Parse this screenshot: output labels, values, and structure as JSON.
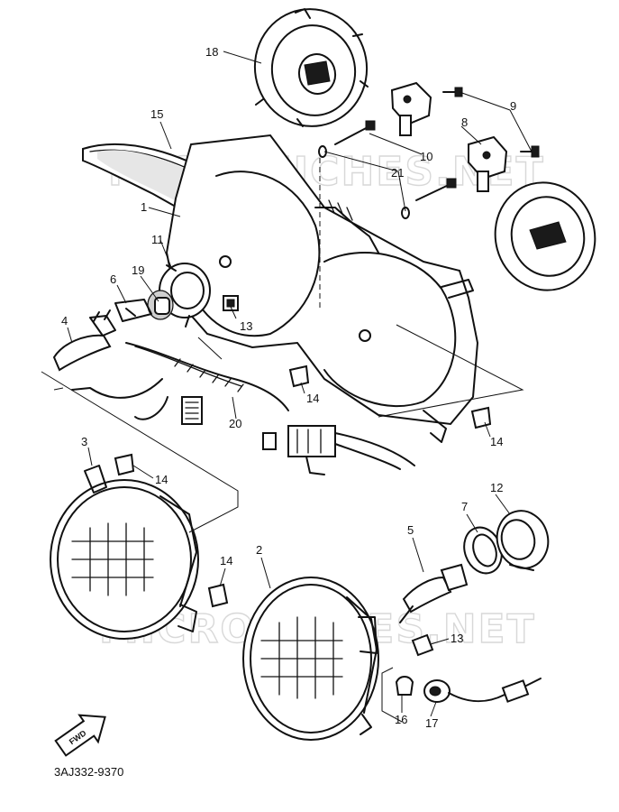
{
  "diagram": {
    "watermark": "MICROFICHES.NET",
    "part_code": "3AJ332-9370",
    "front_arrow_text": "FWD",
    "callouts": {
      "n1": "1",
      "n2": "2",
      "n3": "3",
      "n4": "4",
      "n5": "5",
      "n6": "6",
      "n7": "7",
      "n8": "8",
      "n9": "9",
      "n10": "10",
      "n11": "11",
      "n12": "12",
      "n13a": "13",
      "n13b": "13",
      "n14a": "14",
      "n14b": "14",
      "n14c": "14",
      "n14d": "14",
      "n15": "15",
      "n16": "16",
      "n17": "17",
      "n18": "18",
      "n19": "19",
      "n20": "20",
      "n21": "21"
    }
  }
}
